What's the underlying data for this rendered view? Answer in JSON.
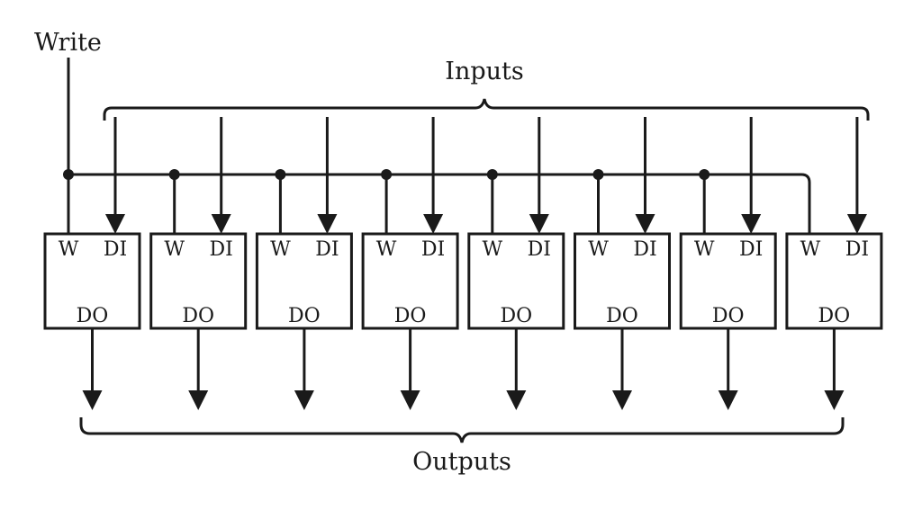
{
  "diagram": {
    "write_label": "Write",
    "inputs_label": "Inputs",
    "outputs_label": "Outputs",
    "cell_count": 8,
    "pin_labels": {
      "write": "W",
      "data_in": "DI",
      "data_out": "DO"
    },
    "colors": {
      "stroke": "#1a1a1a",
      "background": "#ffffff"
    }
  }
}
